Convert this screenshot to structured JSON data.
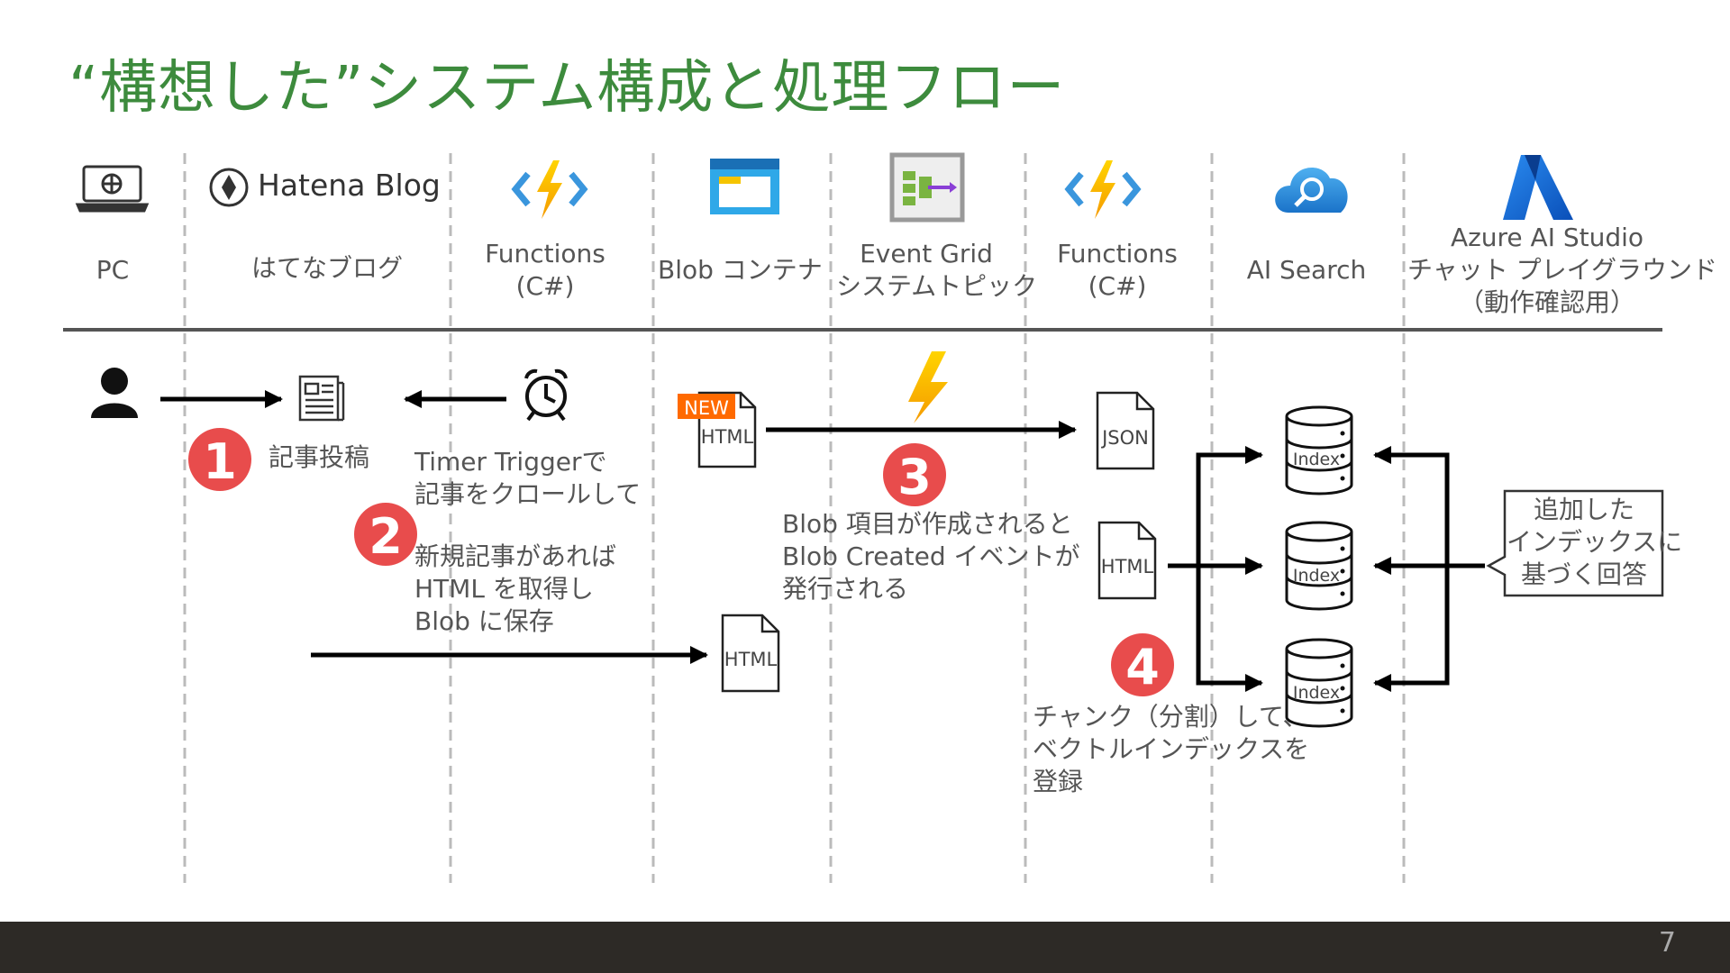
{
  "title": "“構想した”システム構成と処理フロー",
  "columns": {
    "pc": "PC",
    "hatena_logo": "Hatena Blog",
    "hatena": "はてなブログ",
    "functions1_line1": "Functions",
    "functions1_line2": "(C#)",
    "blob": "Blob コンテナ",
    "eventgrid_line1": "Event Grid",
    "eventgrid_line2": "システムトピック",
    "functions2_line1": "Functions",
    "functions2_line2": "(C#)",
    "aisearch": "AI Search",
    "studio_line1": "Azure AI Studio",
    "studio_line2": "チャット プレイグラウンド",
    "studio_line3": "（動作確認用）"
  },
  "steps": {
    "s1": "1",
    "s2": "2",
    "s3": "3",
    "s4": "4"
  },
  "labels": {
    "post": "記事投稿",
    "timer": "Timer Triggerで\n記事をクロールして",
    "new_article": "新規記事があれば\nHTML を取得し\nBlob に保存",
    "blob_created": "Blob 項目が作成されると\nBlob Created イベントが\n発行される",
    "chunk": "チャンク（分割）して、\nベクトルインデックスを\n登録",
    "answer": "追加した\nインデックスに\n基づく回答"
  },
  "files": {
    "new_badge": "NEW",
    "html": "HTML",
    "json": "JSON",
    "index": "Index"
  },
  "page_number": "7",
  "colors": {
    "title": "#3d8b3d",
    "step_badge": "#e84c4c",
    "new_badge": "#ff6a00",
    "footer": "#2d2a26"
  }
}
